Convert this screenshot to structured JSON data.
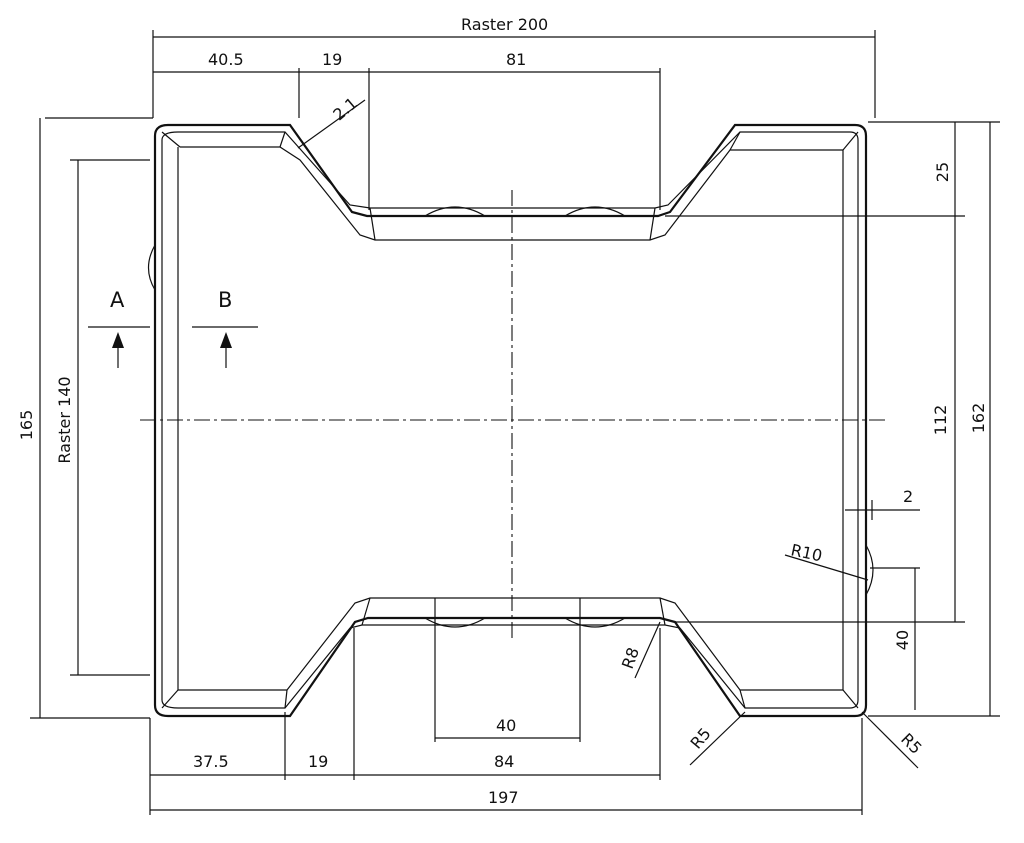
{
  "drawing": {
    "raster_width_label": "Raster 200",
    "raster_height_label": "Raster 140",
    "section_a": "A",
    "section_b": "B",
    "dimensions": {
      "top_left_width": "40.5",
      "top_slope_width": "19",
      "top_notch_width": "81",
      "wall_thickness": "2.1",
      "bottom_left_width": "37.5",
      "bottom_slope_width": "19",
      "bottom_notch_width": "84",
      "overall_width": "197",
      "recess_width": "40",
      "overall_height_left": "165",
      "overall_height_right": "162",
      "notch_depth": "25",
      "inner_height": "112",
      "edge_offset": "2",
      "lower_height": "40",
      "radius_r10": "R10",
      "radius_r8": "R8",
      "radius_r5_inner": "R5",
      "radius_r5_corner": "R5"
    }
  }
}
